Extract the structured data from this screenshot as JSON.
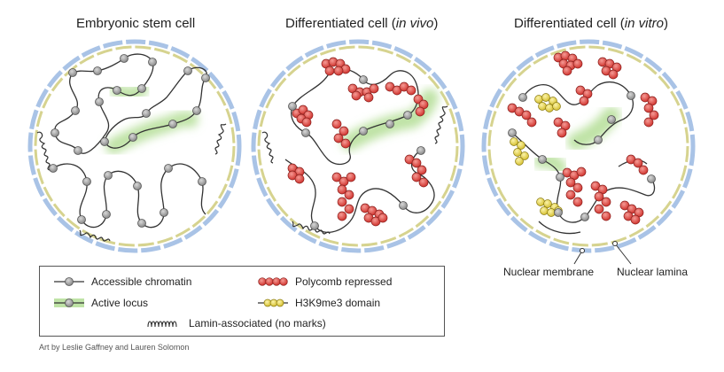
{
  "panels": [
    {
      "title": "Embryonic stem cell",
      "title_prefix": "",
      "title_italic": "",
      "title_suffix": ""
    },
    {
      "title": "",
      "title_prefix": "Differentiated cell (",
      "title_italic": "in vivo",
      "title_suffix": ")"
    },
    {
      "title": "",
      "title_prefix": "Differentiated cell (",
      "title_italic": "in vitro",
      "title_suffix": ")"
    }
  ],
  "annotations": {
    "nuclear_membrane": "Nuclear membrane",
    "nuclear_lamina": "Nuclear lamina"
  },
  "legend": {
    "accessible": "Accessible chromatin",
    "active": "Active locus",
    "polycomb": "Polycomb repressed",
    "h3k9": "H3K9me3 domain",
    "lamin": "Lamin-associated (no marks)"
  },
  "credit": "Art by Leslie Gaffney and Lauren Solomon",
  "colors": {
    "membrane": "#a9c3e6",
    "lamina": "#d6d38f",
    "bead_gray": "#9a9a9a",
    "bead_red": "#e0443f",
    "bead_yellow": "#e8d84a",
    "active_glow": "#bfe3a6",
    "line": "#333333"
  }
}
